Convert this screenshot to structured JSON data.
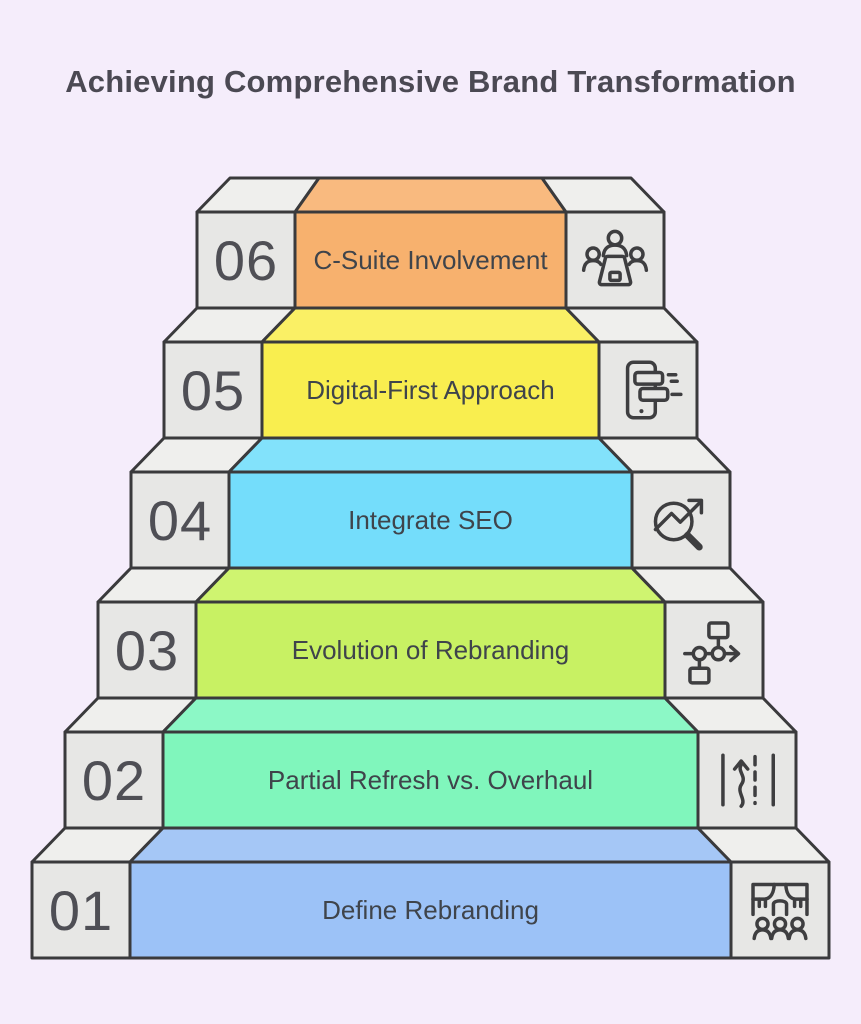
{
  "title": "Achieving Comprehensive Brand Transformation",
  "colors": {
    "background": "#F5EDFB",
    "outline": "#3A3A3C",
    "gray_block_front": "#E7E7E5",
    "gray_block_top": "#EFEFED",
    "title_text": "#4B4953",
    "label_text": "#3F444B",
    "number_text": "#4F4F55"
  },
  "steps": [
    {
      "number": "06",
      "label": "C-Suite Involvement",
      "icon": "meeting-icon",
      "color_front": "#F7B16E",
      "color_top": "#F9BA7F"
    },
    {
      "number": "05",
      "label": "Digital-First Approach",
      "icon": "mobile-content-icon",
      "color_front": "#F9EE4F",
      "color_top": "#FAF065"
    },
    {
      "number": "04",
      "label": "Integrate SEO",
      "icon": "seo-search-icon",
      "color_front": "#74DDFB",
      "color_top": "#82E2FB"
    },
    {
      "number": "03",
      "label": "Evolution of Rebranding",
      "icon": "flowchart-icon",
      "color_front": "#C8F163",
      "color_top": "#CFF470"
    },
    {
      "number": "02",
      "label": "Partial Refresh vs. Overhaul",
      "icon": "lane-change-icon",
      "color_front": "#80F6BC",
      "color_top": "#8CF8C6"
    },
    {
      "number": "01",
      "label": "Define Rebranding",
      "icon": "audience-stage-icon",
      "color_front": "#9CC2F7",
      "color_top": "#A5C7F6"
    }
  ]
}
